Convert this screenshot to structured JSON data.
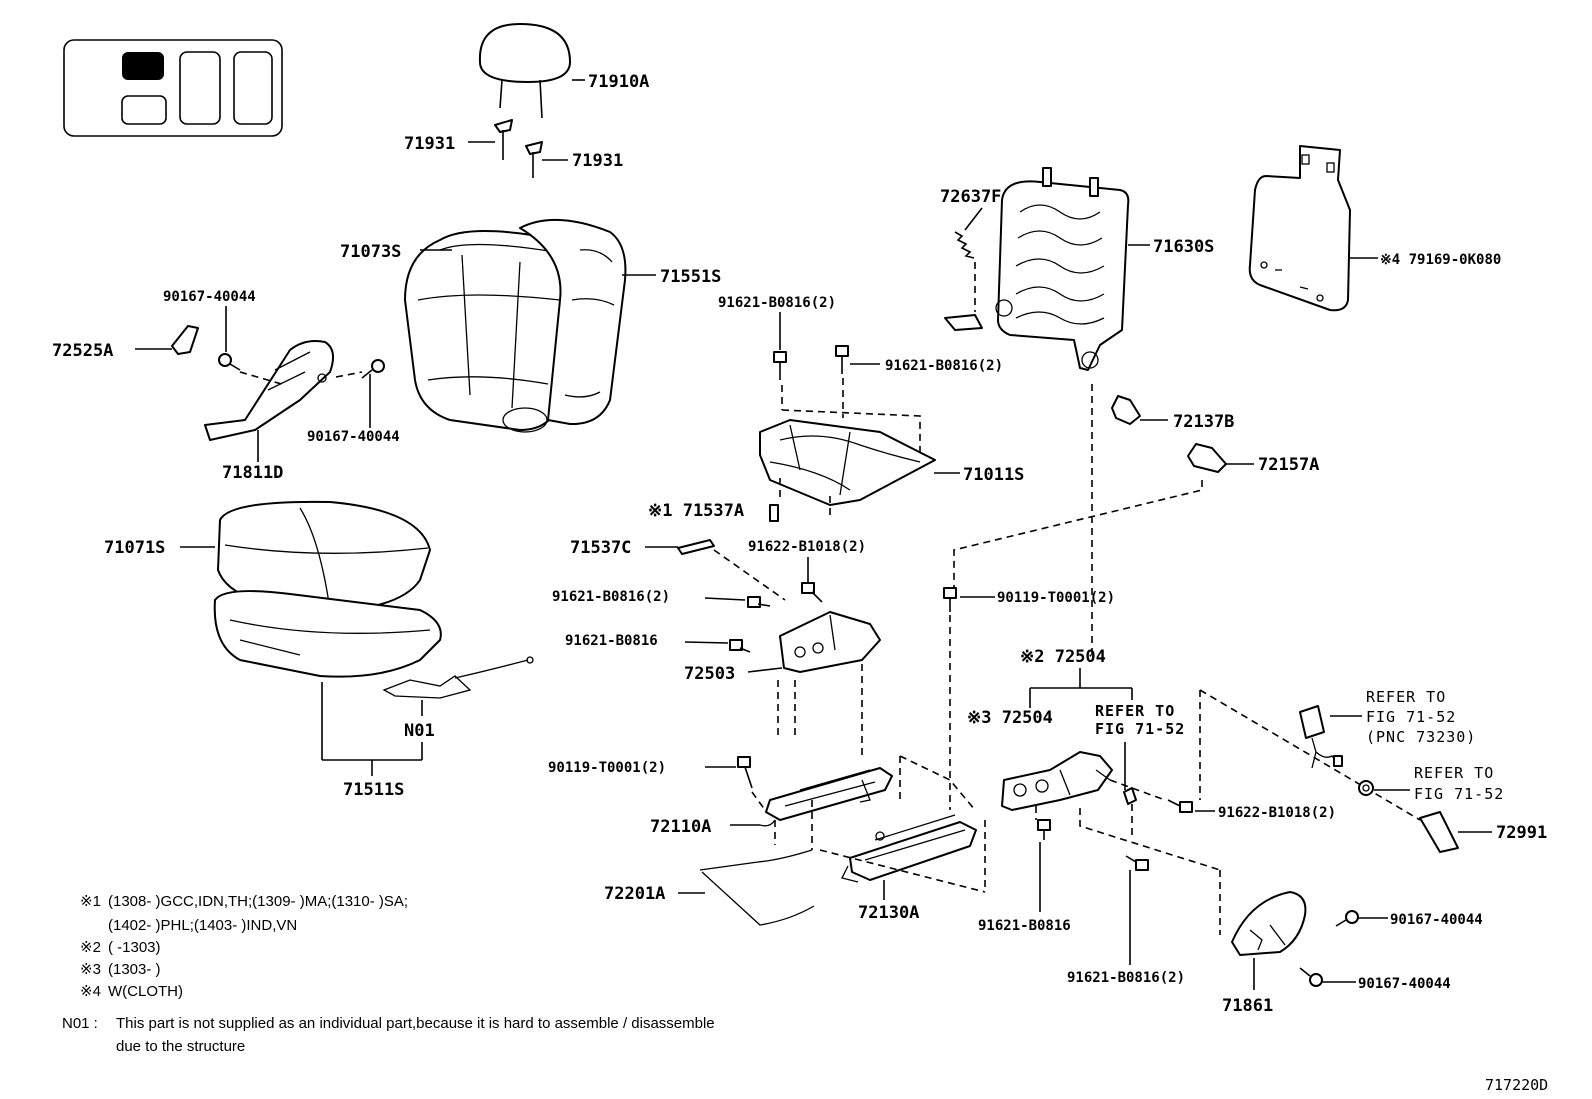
{
  "labels": {
    "p71910A": "71910A",
    "p71931a": "71931",
    "p71931b": "71931",
    "p71073S": "71073S",
    "p71551S": "71551S",
    "p72637F": "72637F",
    "p71630S": "71630S",
    "p479169": "※4 79169-0K080",
    "p90167a": "90167-40044",
    "p72525A": "72525A",
    "p90167b": "90167-40044",
    "p71811D": "71811D",
    "p91621a": "91621-B0816(2)",
    "p91621b": "91621-B0816(2)",
    "p72137B": "72137B",
    "p72157A": "72157A",
    "p71011S": "71011S",
    "p71537A": "※1 71537A",
    "p71071S": "71071S",
    "p71537C": "71537C",
    "p91622a": "91622-B1018(2)",
    "p91621c": "91621-B0816(2)",
    "p90119a": "90119-T0001(2)",
    "p91621d": "91621-B0816",
    "p72503": "72503",
    "pN01": "N01",
    "p72504a": "※2 72504",
    "p72504b": "※3 72504",
    "p71511S": "71511S",
    "p90119b": "90119-T0001(2)",
    "p72110A": "72110A",
    "p91622b": "91622-B1018(2)",
    "p72991": "72991",
    "p72201A": "72201A",
    "p72130A": "72130A",
    "p91621e": "91621-B0816",
    "p90167c": "90167-40044",
    "p90167d": "90167-40044",
    "p91621f": "91621-B0816(2)",
    "p71861": "71861"
  },
  "refs": {
    "ref1_line1": "REFER TO",
    "ref1_line2": "FIG 71-52",
    "ref2_line1": "REFER TO",
    "ref2_line2": "FIG 71-52",
    "ref2_line3": "(PNC 73230)",
    "ref3_line1": "REFER TO",
    "ref3_line2": "FIG 71-52"
  },
  "notes": {
    "n1_mark": "※1",
    "n1_text": "(1308-      )GCC,IDN,TH;(1309-      )MA;(1310-       )SA;",
    "n1_text2": "(1402-      )PHL;(1403-      )IND,VN",
    "n2_mark": "※2",
    "n2_text": "(      -1303)",
    "n3_mark": "※3",
    "n3_text": "(1303-      )",
    "n4_mark": "※4",
    "n4_text": "W(CLOTH)",
    "n01_mark": "N01 :",
    "n01_text": "This part is not supplied as an individual part,because it is hard to assemble / disassemble",
    "n01_text2": "due to the structure"
  },
  "figure_code": "717220D",
  "icons": {
    "locator": "seat-position-locator-icon"
  }
}
